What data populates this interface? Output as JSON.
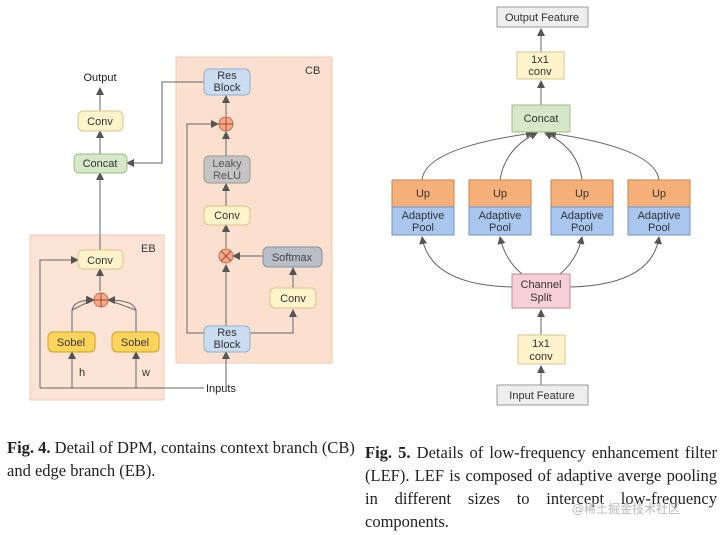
{
  "fig4": {
    "output_label": "Output",
    "inputs_label": "Inputs",
    "conv_top": "Conv",
    "concat": "Concat",
    "eb": {
      "label": "EB",
      "conv": "Conv",
      "sobel_h": "Sobel",
      "sobel_w": "Sobel",
      "h": "h",
      "w": "w"
    },
    "cb": {
      "label": "CB",
      "res_block_top": [
        "Res",
        "Block"
      ],
      "leaky_relu": [
        "Leaky",
        "ReLU"
      ],
      "conv_mid": "Conv",
      "softmax": "Softmax",
      "conv_right": "Conv",
      "res_block_bottom": [
        "Res",
        "Block"
      ]
    },
    "caption_bold": "Fig. 4.",
    "caption_text": " Detail of DPM, contains context branch (CB) and edge branch (EB)."
  },
  "fig5": {
    "output_feature": "Output Feature",
    "conv_top": [
      "1x1",
      "conv"
    ],
    "concat": "Concat",
    "up": "Up",
    "adaptive_pool": [
      "Adaptive",
      "Pool"
    ],
    "channel_split": [
      "Channel",
      "Split"
    ],
    "conv_bottom": [
      "1x1",
      "conv"
    ],
    "input_feature": "Input Feature",
    "caption_bold": "Fig. 5.",
    "caption_text": " Details of low-frequency enhancement filter (LEF). LEF is composed of adaptive averge pooling in different sizes to intercept low-frequency components."
  },
  "watermark": "@稀土掘金技术社区",
  "colors": {
    "eb_bg": "#fbe4d6",
    "cb_bg": "#fbe0d0",
    "conv": "#fff3cc",
    "concat": "#d6e8c8",
    "res": "#c9dcf0",
    "leaky": "#c4c4c4",
    "softmax": "#b8bfc8",
    "sobel": "#ffd45a",
    "up": "#f5b07a",
    "pool": "#a9c6ef",
    "split": "#f7cfd8",
    "feature": "#eeeeee"
  }
}
